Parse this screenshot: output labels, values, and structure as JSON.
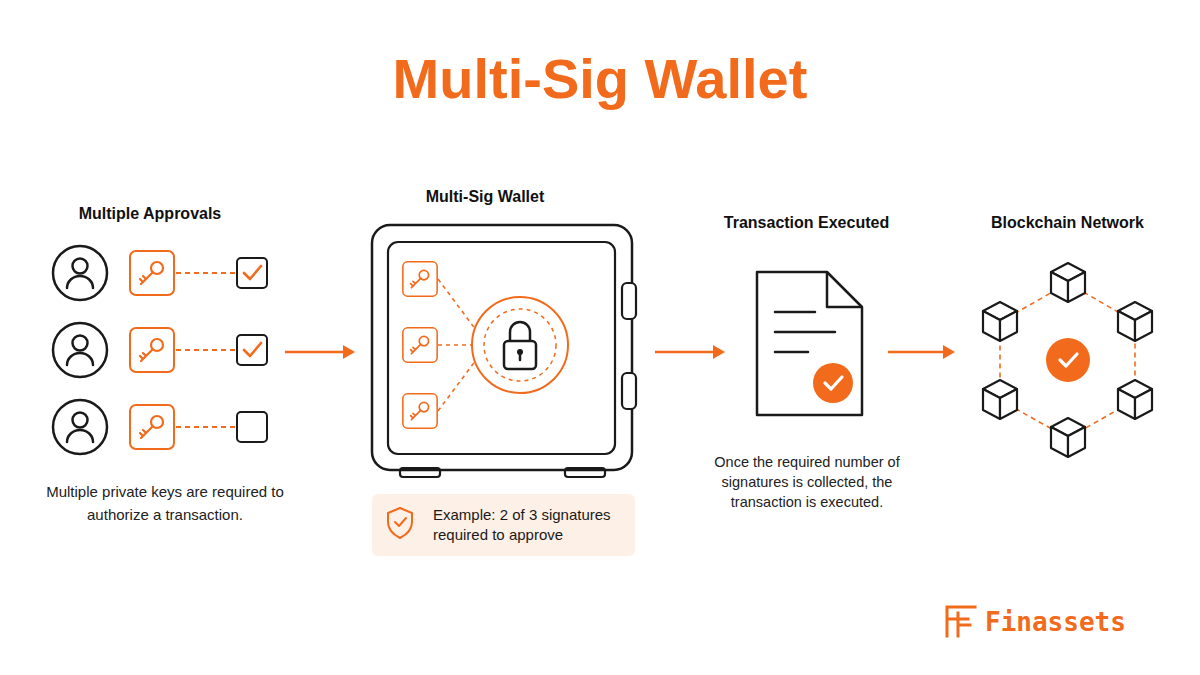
{
  "diagram": {
    "title": "Multi-Sig Wallet",
    "nodes": [
      {
        "text": [
          "Multiple Approvals",
          "Multiple private keys are required to authorize a transaction."
        ]
      },
      {
        "text": [
          "Multi-Sig Wallet"
        ]
      },
      {
        "text": [
          "Example: 2 of 3 signatures required to approve"
        ],
        "in": 1
      },
      {
        "text": [
          "Transaction Executed",
          "Once the required number of signatures is collected, the transaction is executed."
        ]
      },
      {
        "text": [
          "Blockchain Network"
        ]
      }
    ],
    "edges": [
      {
        "from": 0,
        "to": 1,
        "arrow": "to"
      },
      {
        "from": 1,
        "to": 3,
        "arrow": "to"
      },
      {
        "from": 3,
        "to": 4,
        "arrow": "to"
      }
    ],
    "labels": [
      "Finassets"
    ]
  }
}
